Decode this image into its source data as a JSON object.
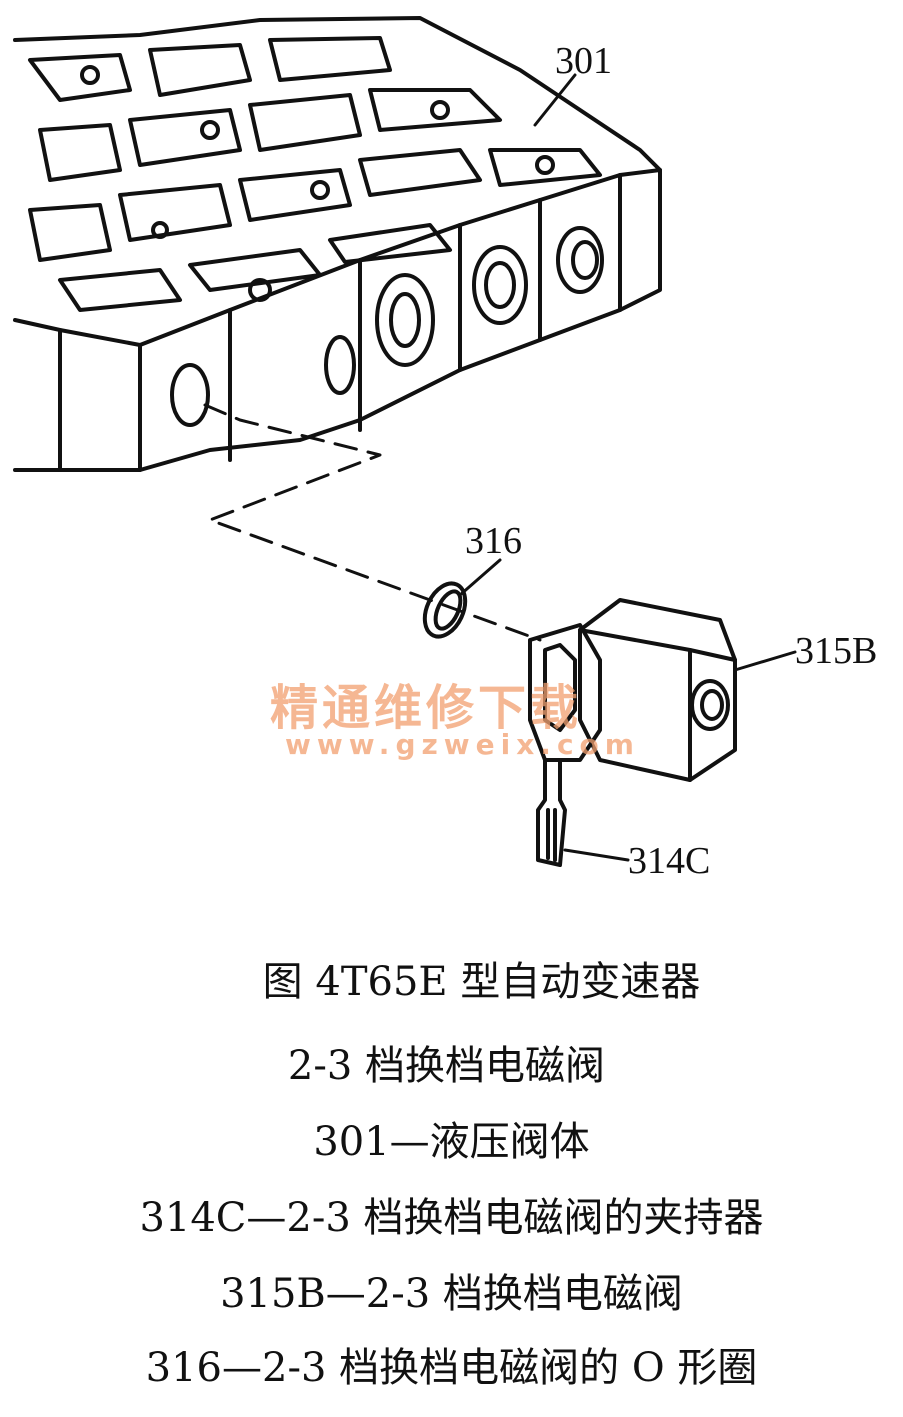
{
  "labels": {
    "valve_body": "301",
    "o_ring": "316",
    "solenoid": "315B",
    "retainer": "314C"
  },
  "watermark": {
    "cn": "精通维修下载",
    "url": "www.gzweix.com"
  },
  "caption": {
    "line1": "图  4T65E 型自动变速器",
    "line2": "2-3 档换档电磁阀",
    "line3": "301—液压阀体",
    "line4": "314C—2-3 档换档电磁阀的夹持器",
    "line5": "315B—2-3 档换档电磁阀",
    "line6": "316—2-3 档换档电磁阀的 O 形圈"
  }
}
